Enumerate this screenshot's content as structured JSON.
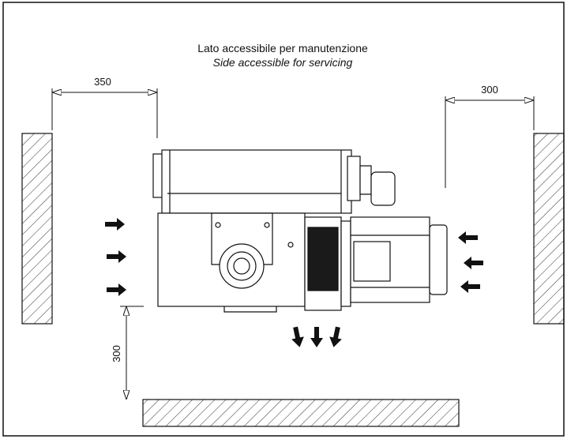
{
  "caption": {
    "line1": "Lato accessibile per manutenzione",
    "line2": "Side accessible for servicing"
  },
  "dimensions": {
    "left_clearance": "350",
    "right_clearance": "300",
    "bottom_clearance": "300"
  },
  "colors": {
    "line": "#111111",
    "hatch": "#333333",
    "arrow": "#111111",
    "background": "#ffffff"
  }
}
